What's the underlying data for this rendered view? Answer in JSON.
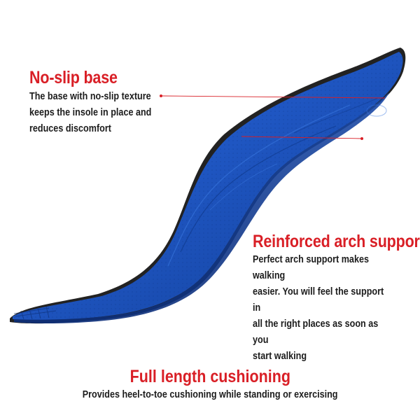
{
  "colors": {
    "accent": "#d91f26",
    "text": "#1c1c1c",
    "insole_blue": "#1a4fb0",
    "base_edge": "#1e1e1e",
    "background": "#ffffff"
  },
  "image": {
    "subject": "insole-image"
  },
  "features": {
    "no_slip": {
      "title": "No-slip base",
      "description": "The base with no-slip texture\nkeeps the insole in place and\nreduces discomfort"
    },
    "arch": {
      "title": "Reinforced arch support",
      "description": "Perfect arch support makes walking\neasier. You will feel the support in\nall the right places as soon as you\nstart walking"
    },
    "cushioning": {
      "title": "Full length cushioning",
      "description": "Provides heel-to-toe cushioning while standing or exercising"
    }
  }
}
